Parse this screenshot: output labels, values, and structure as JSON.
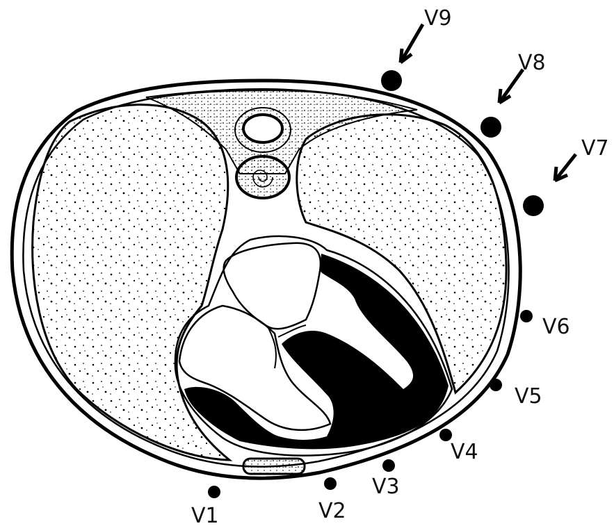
{
  "leads": [
    {
      "label": "V1",
      "size": "small"
    },
    {
      "label": "V2",
      "size": "small"
    },
    {
      "label": "V3",
      "size": "small"
    },
    {
      "label": "V4",
      "size": "small"
    },
    {
      "label": "V5",
      "size": "small"
    },
    {
      "label": "V6",
      "size": "small"
    },
    {
      "label": "V7",
      "size": "large",
      "arrow": true
    },
    {
      "label": "V8",
      "size": "large",
      "arrow": true
    },
    {
      "label": "V9",
      "size": "large",
      "arrow": true
    }
  ],
  "colors": {
    "ink": "#000000",
    "paper": "#ffffff"
  }
}
